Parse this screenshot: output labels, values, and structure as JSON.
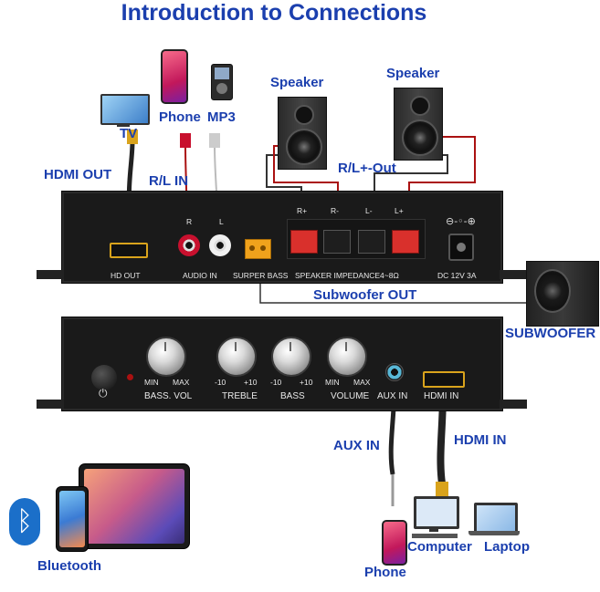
{
  "title": "Introduction to  Connections",
  "devices": {
    "tv": "TV",
    "phone_top": "Phone",
    "mp3": "MP3",
    "speaker_left": "Speaker",
    "speaker_right": "Speaker",
    "subwoofer": "SUBWOOFER",
    "bluetooth": "Bluetooth",
    "phone_bottom": "Phone",
    "computer": "Computer",
    "laptop": "Laptop"
  },
  "connections": {
    "hdmi_out": "HDMI OUT",
    "rl_in": "R/L IN",
    "rl_out": "R/L+-Out",
    "subwoofer_out": "Subwoofer  OUT",
    "aux_in": "AUX IN",
    "hdmi_in": "HDMI IN"
  },
  "rear_panel": {
    "hd_out": "HD OUT",
    "audio_r": "R",
    "audio_l": "L",
    "audio_in": "AUDIO IN",
    "surper_bass": "SURPER BASS",
    "speaker_impedance": "SPEAKER IMPEDANCE4~8Ω",
    "dc": "DC  12V 3A",
    "term_r_plus": "R+",
    "term_r_minus": "R-",
    "term_l_minus": "L-",
    "term_l_plus": "L+"
  },
  "front_panel": {
    "knobs": [
      {
        "name": "BASS. VOL",
        "min": "MIN",
        "max": "MAX"
      },
      {
        "name": "TREBLE",
        "min": "-10",
        "max": "+10"
      },
      {
        "name": "BASS",
        "min": "-10",
        "max": "+10"
      },
      {
        "name": "VOLUME",
        "min": "MIN",
        "max": "MAX"
      }
    ],
    "aux_in": "AUX IN",
    "hdmi_in": "HDMI IN"
  },
  "colors": {
    "label_blue": "#1b3fae",
    "panel": "#1a1a1a",
    "rca_red": "#c8102e",
    "terminal_red": "#d9302c",
    "hdmi_gold": "#d9a31c",
    "surper_bass_orange": "#f0a21c"
  }
}
